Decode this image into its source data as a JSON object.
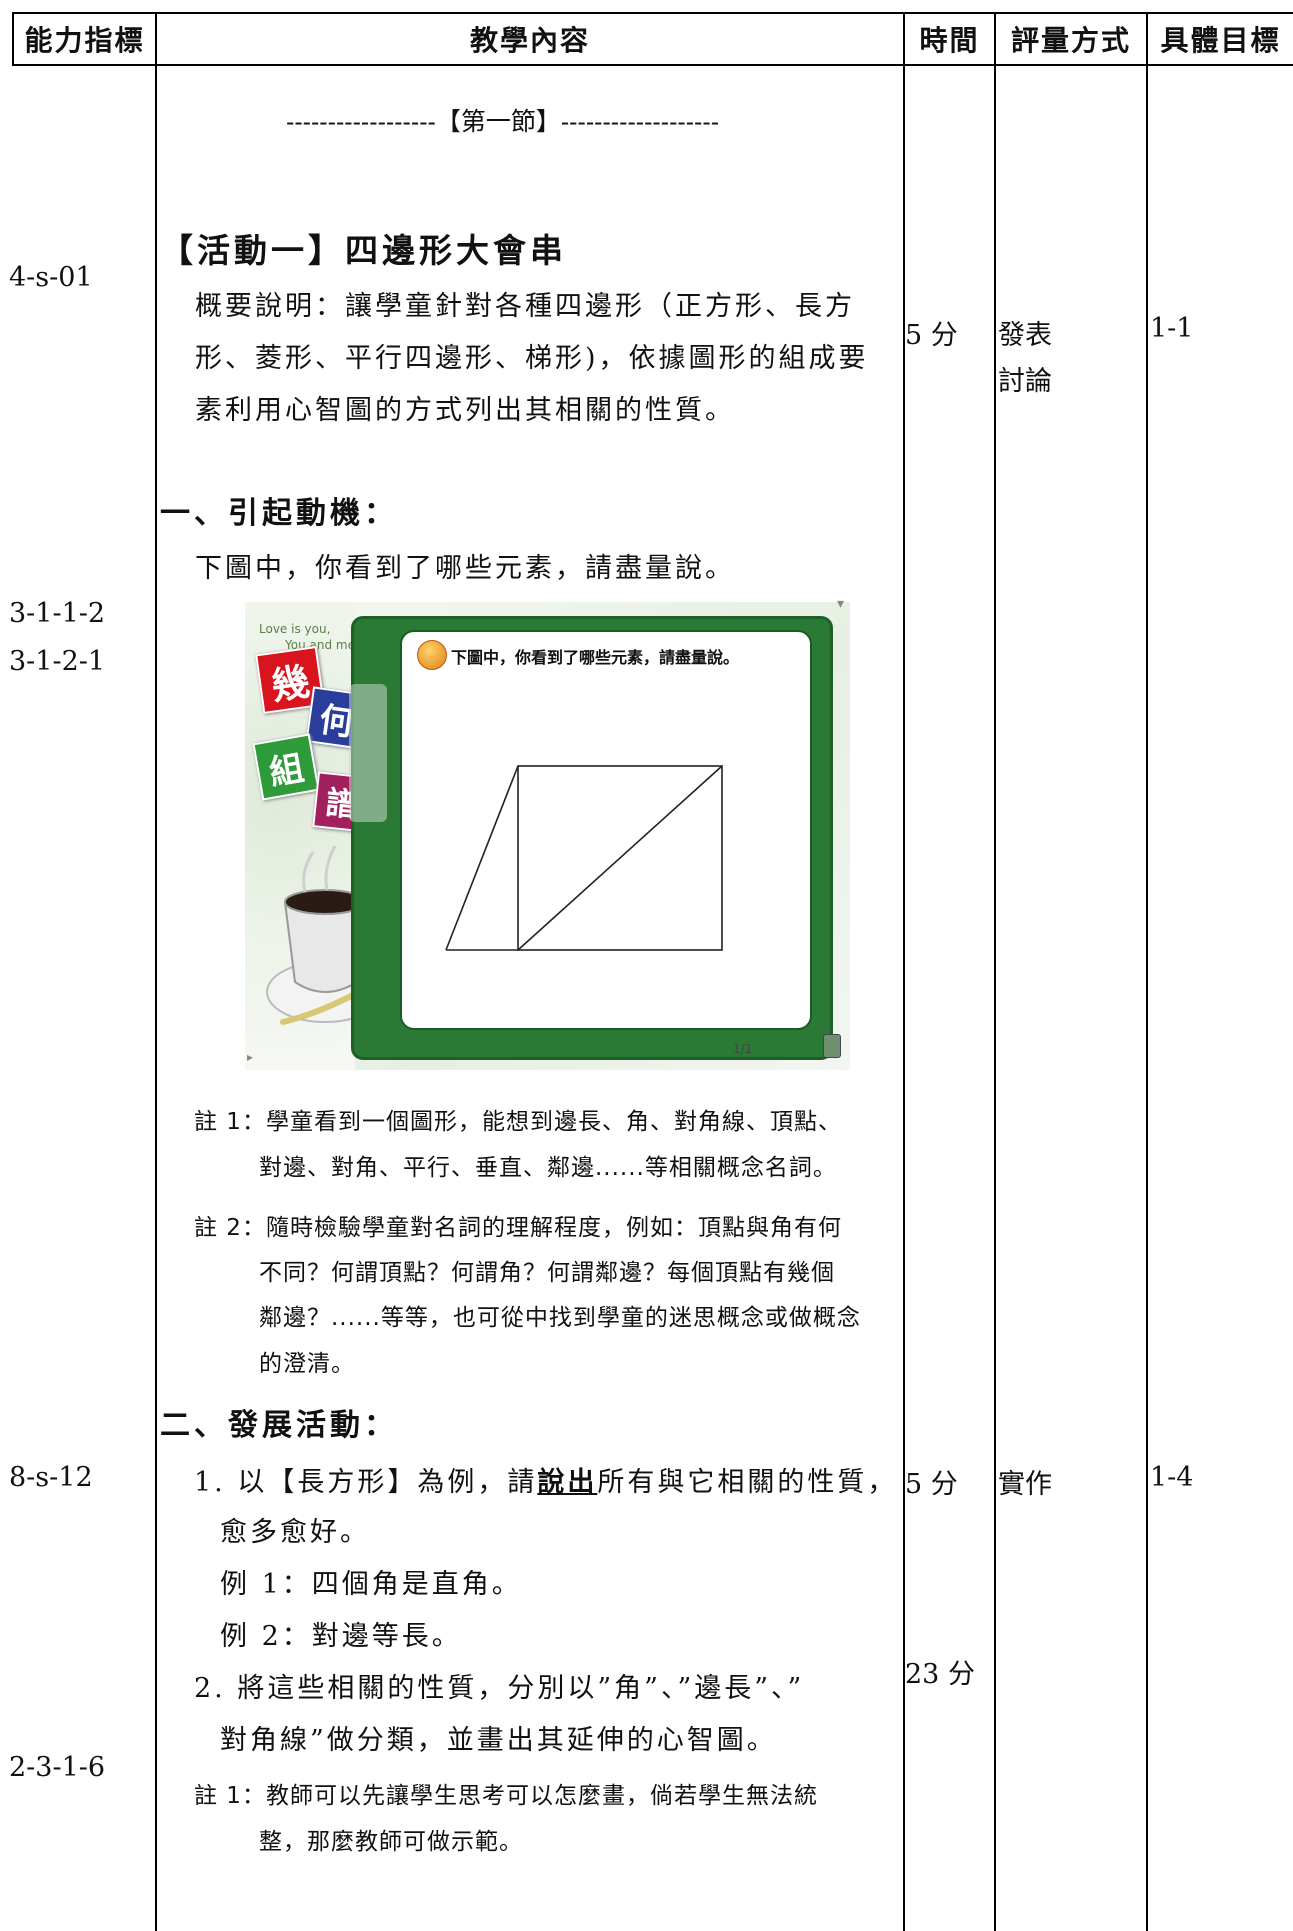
{
  "header": {
    "col1": "能力指標",
    "col2": "教學內容",
    "col3": "時間",
    "col4": "評量方式",
    "col5": "具體目標"
  },
  "section_marker": "------------------【第一節】-------------------",
  "activity": {
    "title": "【活動一】四邊形大會串",
    "summary_lines": [
      "概要說明：讓學童針對各種四邊形（正方形、長方",
      "形、菱形、平行四邊形、梯形)，依據圖形的組成要",
      "素利用心智圖的方式列出其相關的性質。"
    ]
  },
  "motivation": {
    "heading": "一、引起動機：",
    "prompt": "下圖中，你看到了哪些元素，請盡量說。"
  },
  "slide": {
    "stickers": [
      "幾",
      "何",
      "組",
      "譜"
    ],
    "deco_text_1": "Love is you,",
    "deco_text_2": "You and me.",
    "question": "下圖中，你看到了哪些元素，請盡量說。",
    "page_indicator": "1/1"
  },
  "notes1": {
    "n1_l1": "註 1：學童看到一個圖形，能想到邊長、角、對角線、頂點、",
    "n1_l2": "對邊、對角、平行、垂直、鄰邊......等相關概念名詞。",
    "n2_l1": "註 2：隨時檢驗學童對名詞的理解程度，例如：頂點與角有何",
    "n2_l2": "不同？何謂頂點？何謂角？何謂鄰邊？每個頂點有幾個",
    "n2_l3": "鄰邊？......等等，也可從中找到學童的迷思概念或做概念",
    "n2_l4": "的澄清。"
  },
  "development": {
    "heading": "二、發展活動：",
    "item1_prefix": "1. 以【長方形】為例，請",
    "item1_emph": "說出",
    "item1_suffix": "所有與它相關的性質，",
    "item1_l2": "愈多愈好。",
    "ex1": "例 1：四個角是直角。",
    "ex2": "例 2：對邊等長。",
    "item2_l1": "2. 將這些相關的性質，分別以”角”、”邊長”、”",
    "item2_l2": "對角線”做分類，並畫出其延伸的心智圖。",
    "note_l1": "註 1：教師可以先讓學生思考可以怎麼畫，倘若學生無法統",
    "note_l2": "整，那麼教師可做示範。"
  },
  "indicators": {
    "i1": "4-s-01",
    "i2": "3-1-1-2",
    "i3": "3-1-2-1",
    "i4": "8-s-12",
    "i5": "2-3-1-6"
  },
  "times": {
    "t1": "5 分",
    "t2": "5 分",
    "t3": "23 分"
  },
  "assessment": {
    "a1": "發表",
    "a2": "討論",
    "a3": "實作"
  },
  "objectives": {
    "o1": "1-1",
    "o2": "1-4"
  }
}
